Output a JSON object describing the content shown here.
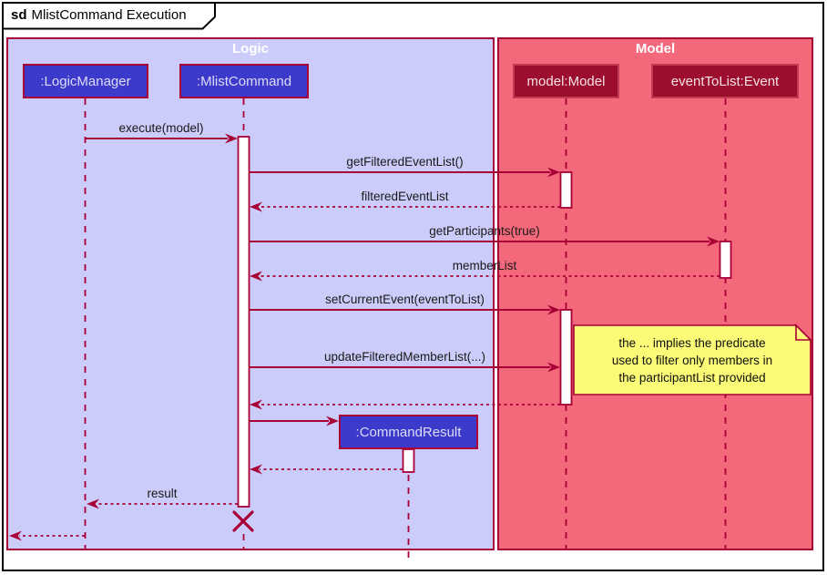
{
  "diagram": {
    "title_keyword": "sd",
    "title_text": "MlistCommand Execution"
  },
  "frames": {
    "logic": {
      "label": "Logic"
    },
    "model": {
      "label": "Model"
    }
  },
  "participants": {
    "logic_manager": {
      "label": ":LogicManager"
    },
    "mlist_command": {
      "label": ":MlistCommand"
    },
    "model": {
      "label": "model:Model"
    },
    "event_to_list": {
      "label": "eventToList:Event"
    },
    "command_result": {
      "label": ":CommandResult"
    }
  },
  "messages": {
    "execute": "execute(model)",
    "get_filtered_event_list": "getFilteredEventList()",
    "filtered_event_list": "filteredEventList",
    "get_participants": "getParticipants(true)",
    "member_list": "memberList",
    "set_current_event": "setCurrentEvent(eventToList)",
    "update_filtered_member_list": "updateFilteredMemberList(...)",
    "result": "result"
  },
  "note": {
    "line1": "the ... implies the predicate",
    "line2": "used to filter only members in",
    "line3": "the participantList provided"
  },
  "colors": {
    "accent": "#A80036",
    "logic_frame_bg": "#CCCCFA",
    "model_frame_bg": "#F4687B",
    "logic_participant_bg": "#3C3ACA",
    "logic_participant_text": "#DCDCF8",
    "model_participant_bg": "#9C0D2E",
    "model_participant_border": "#C13B52",
    "note_bg": "#FBFB77",
    "frame_header_text": "#FFFFFF",
    "activation_fill": "#FFFFFF"
  }
}
